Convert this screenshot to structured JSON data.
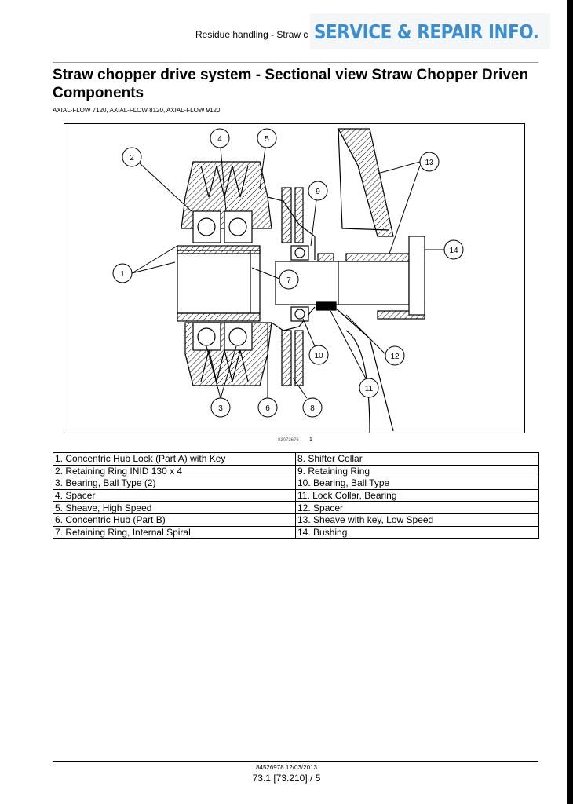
{
  "header": {
    "section": "Residue handling - Straw c",
    "logo_text": "SERVICE & REPAIR INFO."
  },
  "title": "Straw chopper drive system - Sectional view Straw Chopper Driven Components",
  "models": "AXIAL-FLOW 7120, AXIAL-FLOW 8120, AXIAL-FLOW 9120",
  "figure": {
    "id": "83073676",
    "number": "1",
    "callouts": [
      "1",
      "2",
      "3",
      "4",
      "5",
      "6",
      "7",
      "8",
      "9",
      "10",
      "11",
      "12",
      "13",
      "14"
    ]
  },
  "legend": [
    [
      "1. Concentric Hub Lock (Part A) with Key",
      "8. Shifter Collar"
    ],
    [
      "2. Retaining Ring INID 130 x 4",
      "9. Retaining Ring"
    ],
    [
      "3. Bearing, Ball Type (2)",
      "10. Bearing, Ball Type"
    ],
    [
      "4. Spacer",
      "11. Lock Collar, Bearing"
    ],
    [
      "5. Sheave, High Speed",
      "12. Spacer"
    ],
    [
      "6. Concentric Hub (Part B)",
      "13. Sheave with key, Low Speed"
    ],
    [
      "7. Retaining Ring, Internal Spiral",
      "14. Bushing"
    ]
  ],
  "footer": {
    "doc": "84526978 12/03/2013",
    "page": "73.1 [73.210] / 5"
  }
}
